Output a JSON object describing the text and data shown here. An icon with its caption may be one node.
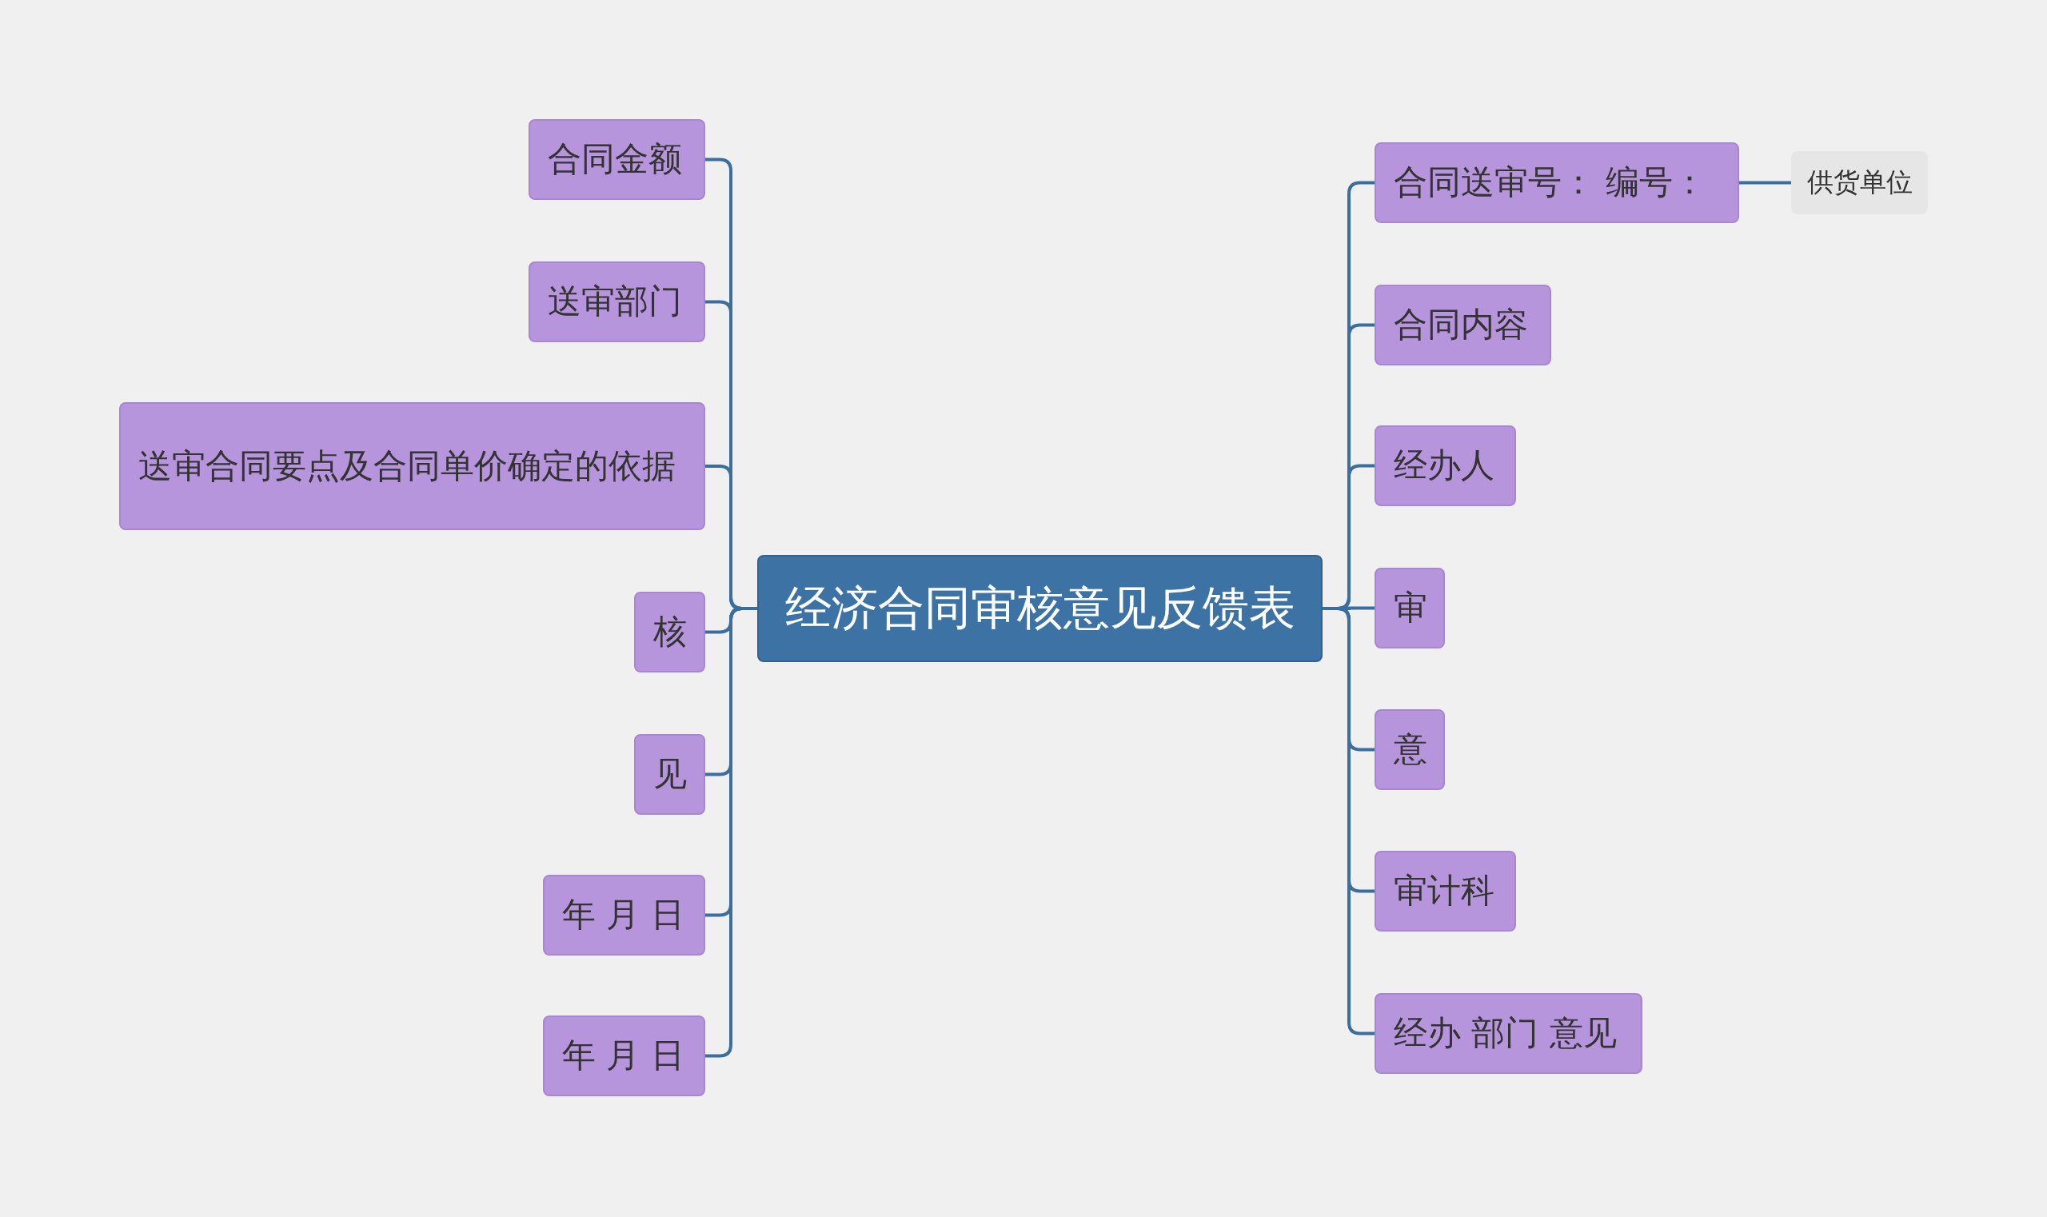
{
  "diagram": {
    "nodes": [
      {
        "text": [
          "经济合同审核意见反馈表"
        ]
      },
      {
        "text": [
          "合同金额"
        ]
      },
      {
        "text": [
          "送审部门"
        ]
      },
      {
        "text": [
          "送审合同要点及合同单价确定的依据"
        ]
      },
      {
        "text": [
          "核"
        ]
      },
      {
        "text": [
          "见"
        ]
      },
      {
        "text": [
          "年 月 日"
        ]
      },
      {
        "text": [
          "年 月 日"
        ]
      },
      {
        "text": [
          "合同送审号：  编号："
        ]
      },
      {
        "text": [
          "供货单位"
        ]
      },
      {
        "text": [
          "合同内容"
        ]
      },
      {
        "text": [
          "经办人"
        ]
      },
      {
        "text": [
          "审"
        ]
      },
      {
        "text": [
          "意"
        ]
      },
      {
        "text": [
          "审计科"
        ]
      },
      {
        "text": [
          "经办 部门 意见"
        ]
      }
    ],
    "edges": [
      {
        "from": 0,
        "to": 1,
        "arrow": "none"
      },
      {
        "from": 0,
        "to": 2,
        "arrow": "none"
      },
      {
        "from": 0,
        "to": 3,
        "arrow": "none"
      },
      {
        "from": 0,
        "to": 4,
        "arrow": "none"
      },
      {
        "from": 0,
        "to": 5,
        "arrow": "none"
      },
      {
        "from": 0,
        "to": 6,
        "arrow": "none"
      },
      {
        "from": 0,
        "to": 7,
        "arrow": "none"
      },
      {
        "from": 0,
        "to": 8,
        "arrow": "none"
      },
      {
        "from": 8,
        "to": 9,
        "arrow": "none"
      },
      {
        "from": 0,
        "to": 10,
        "arrow": "none"
      },
      {
        "from": 0,
        "to": 11,
        "arrow": "none"
      },
      {
        "from": 0,
        "to": 12,
        "arrow": "none"
      },
      {
        "from": 0,
        "to": 13,
        "arrow": "none"
      },
      {
        "from": 0,
        "to": 14,
        "arrow": "none"
      },
      {
        "from": 0,
        "to": 15,
        "arrow": "none"
      }
    ]
  }
}
